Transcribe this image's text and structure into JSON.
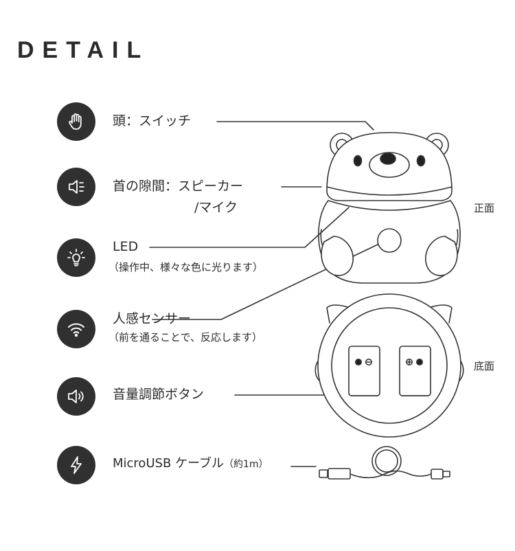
{
  "header": {
    "title": "DETAIL"
  },
  "features": [
    {
      "icon": "hand-icon",
      "label": "頭：スイッチ"
    },
    {
      "icon": "speaker-mic-icon",
      "label": "首の隙間：スピーカー",
      "label2": "/マイク"
    },
    {
      "icon": "lightbulb-icon",
      "label": "LED",
      "sub": "（操作中、様々な色に光ります）"
    },
    {
      "icon": "wifi-sensor-icon",
      "label": "人感センサー",
      "sub": "（前を通ることで、反応します）"
    },
    {
      "icon": "volume-icon",
      "label": "音量調節ボタン"
    },
    {
      "icon": "lightning-icon",
      "label": "MicroUSB ケーブル",
      "label_small": "（約1m）"
    }
  ],
  "views": {
    "front": "正面",
    "bottom": "底面"
  },
  "colors": {
    "badge": "#303030",
    "line": "#333333",
    "text": "#222222"
  }
}
